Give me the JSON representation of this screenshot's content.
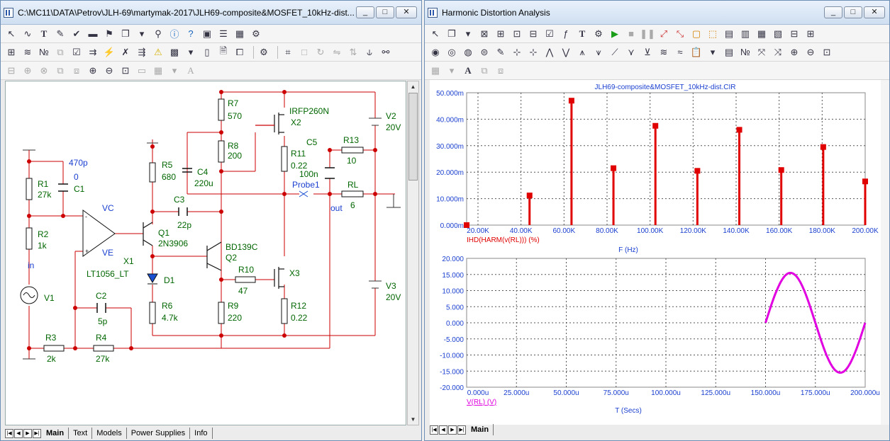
{
  "left_window": {
    "title": "C:\\MC11\\DATA\\Petrov\\JLH-69\\martymak-2017\\JLH69-composite&MOSFET_10kHz-dist...",
    "min": "_",
    "max": "□",
    "close": "✕"
  },
  "right_window": {
    "title": "Harmonic Distortion Analysis",
    "min": "_",
    "max": "□",
    "close": "✕"
  },
  "schematic_tabs": [
    "Main",
    "Text",
    "Models",
    "Power Supplies",
    "Info"
  ],
  "plot_tabs": [
    "Main"
  ],
  "schematic": {
    "R7": "R7",
    "R7v": "570",
    "R8": "R8",
    "R8v": "200",
    "R5": "R5",
    "R5v": "680",
    "C4": "C4",
    "C4v": "220u",
    "X2a": "IRFP260N",
    "X2": "X2",
    "C5": "C5",
    "R13": "R13",
    "R13v": "10",
    "R11": "R11",
    "R11v": "0.22",
    "C5v": "100n",
    "Probe1": "Probe1",
    "RL": "RL",
    "RLv": "6",
    "out": "out",
    "V2": "V2",
    "V2v": "20V",
    "C1v1": "470p",
    "C1v2": "0",
    "C1": "C1",
    "R1": "R1",
    "R1v": "27k",
    "VC": "VC",
    "VE": "VE",
    "C3": "C3",
    "C3v": "22p",
    "R2": "R2",
    "R2v": "1k",
    "Q1": "Q1",
    "Q1v": "2N3906",
    "X1": "X1",
    "X1v": "LT1056_LT",
    "in": "in",
    "Q2v": "BD139C",
    "Q2": "Q2",
    "D1": "D1",
    "R10": "R10",
    "R10v": "47",
    "X3": "X3",
    "V1": "V1",
    "C2": "C2",
    "C2v": "5p",
    "R6": "R6",
    "R6v": "4.7k",
    "R9": "R9",
    "R9v": "220",
    "R12": "R12",
    "R12v": "0.22",
    "V3": "V3",
    "V3v": "20V",
    "R3": "R3",
    "R3v": "2k",
    "R4": "R4",
    "R4v": "27k"
  },
  "chart_data": [
    {
      "type": "bar",
      "title": "JLH69-composite&MOSFET_10kHz-dist.CIR",
      "xlabel": "F (Hz)",
      "ylabel": "IHD(HARM(v(RL))) (%)",
      "xlim": [
        10000,
        200000
      ],
      "ylim": [
        0,
        0.05
      ],
      "yticks": [
        "50.000m",
        "40.000m",
        "30.000m",
        "20.000m",
        "10.000m",
        "0.000m"
      ],
      "xticks": [
        "20.00K",
        "40.00K",
        "60.00K",
        "80.00K",
        "100.00K",
        "120.00K",
        "140.00K",
        "160.00K",
        "180.00K",
        "200.00K"
      ],
      "x": [
        10000,
        40000,
        60000,
        80000,
        100000,
        120000,
        140000,
        160000,
        180000,
        200000
      ],
      "values": [
        0.0,
        0.0112,
        0.047,
        0.0215,
        0.0375,
        0.0205,
        0.036,
        0.0208,
        0.0295,
        0.0165
      ],
      "color": "#e00000"
    },
    {
      "type": "line",
      "xlabel": "T (Secs)",
      "ylabel": "V(RL) (V)",
      "xlim": [
        0,
        200
      ],
      "ylim": [
        -20,
        20
      ],
      "yticks": [
        "20.000",
        "15.000",
        "10.000",
        "5.000",
        "0.000",
        "-5.000",
        "-10.000",
        "-15.000",
        "-20.000"
      ],
      "xticks": [
        "0.000u",
        "25.000u",
        "50.000u",
        "75.000u",
        "100.000u",
        "125.000u",
        "150.000u",
        "175.000u",
        "200.000u"
      ],
      "series": [
        {
          "t_start": 150,
          "t_end": 200,
          "amplitude": 15.5,
          "frequency_khz": 20
        }
      ],
      "color": "#e000e0"
    }
  ]
}
